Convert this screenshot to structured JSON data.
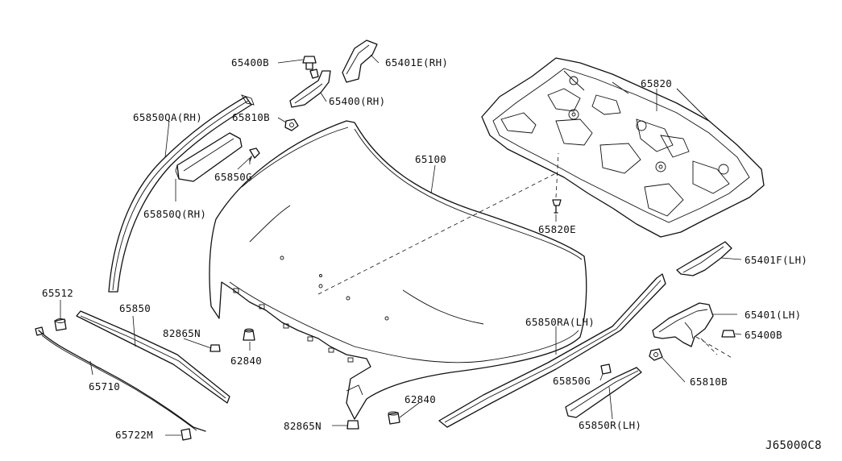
{
  "diagram": {
    "code": "J65000C8",
    "labels": {
      "p65400B_top": "65400B",
      "p65401E": "65401E(RH)",
      "p65400RH": "65400(RH)",
      "p65810B_top": "65810B",
      "p65850QA": "65850QA(RH)",
      "p65850G_top": "65850G",
      "p65850Q": "65850Q(RH)",
      "p65100": "65100",
      "p65820": "65820",
      "p65820E": "65820E",
      "p65512": "65512",
      "p65850": "65850",
      "p82865N_a": "82865N",
      "p62840_a": "62840",
      "p65710": "65710",
      "p65722M": "65722M",
      "p82865N_b": "82865N",
      "p62840_b": "62840",
      "p65401F": "65401F(LH)",
      "p65401LH": "65401(LH)",
      "p65400B_bot": "65400B",
      "p65850RA": "65850RA(LH)",
      "p65810B_bot": "65810B",
      "p65850G_bot": "65850G",
      "p65850R": "65850R(LH)"
    }
  }
}
